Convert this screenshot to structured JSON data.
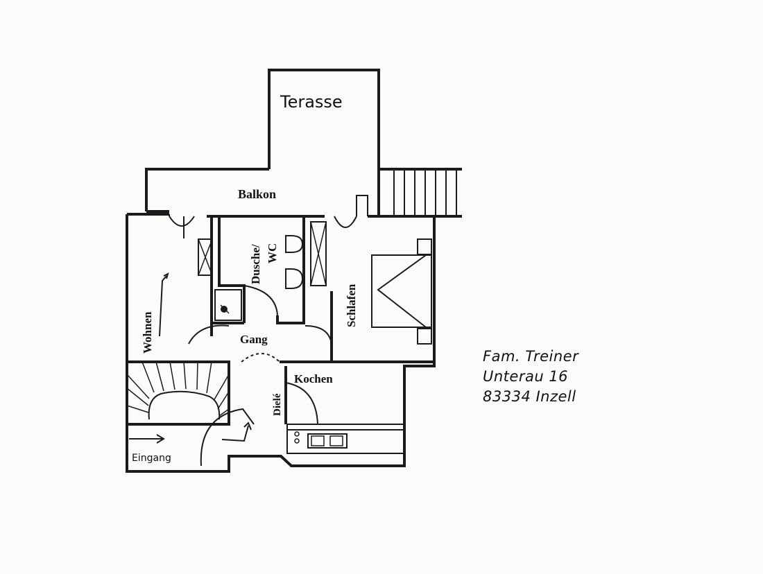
{
  "rooms": {
    "terasse": "Terasse",
    "balkon": "Balkon",
    "dusche_wc": [
      "Dusche/",
      "WC"
    ],
    "wohnen": "Wohnen",
    "schlafen": "Schlafen",
    "gang": "Gang",
    "kochen": "Kochen",
    "diele": "Dielé",
    "eingang": "Eingang"
  },
  "address": {
    "name": "Fam. Treiner",
    "street": "Unterau 16",
    "city": "83334 Inzell"
  }
}
